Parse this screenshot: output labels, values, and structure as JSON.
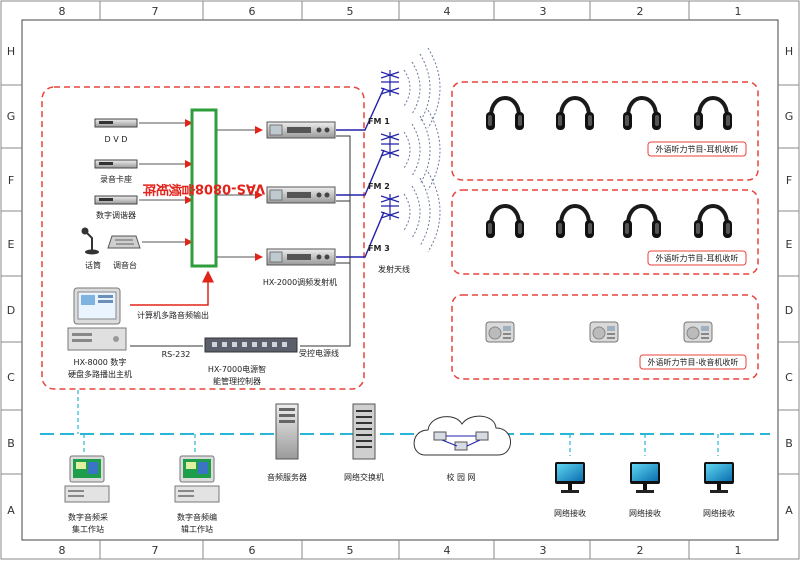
{
  "border": {
    "top_columns": [
      "8",
      "7",
      "6",
      "5",
      "4",
      "3",
      "2",
      "1"
    ],
    "bottom_columns": [
      "8",
      "7",
      "6",
      "5",
      "4",
      "3",
      "2",
      "1"
    ],
    "left_rows": [
      "H",
      "G",
      "F",
      "E",
      "D",
      "C",
      "B",
      "A"
    ],
    "right_rows": [
      "H",
      "G",
      "F",
      "E",
      "D",
      "C",
      "B",
      "A"
    ]
  },
  "matrix_label": "VAS-0808音频矩阵",
  "sources": {
    "dvd": "D V D",
    "tape_deck": "录音卡座",
    "digital_tuner": "数字调谐器",
    "mic": "话筒",
    "mixer": "调音台"
  },
  "pc_output_label": "计算机多路音频输出",
  "rs232_label": "RS-232",
  "hx8000_label": [
    "HX-8000 数字",
    "硬盘多路播出主机"
  ],
  "hx7000_label": [
    "HX-7000电源智",
    "能管理控制器"
  ],
  "transmitter_label": "HX-2000调频发射机",
  "fm_labels": [
    "FM 1",
    "FM 2",
    "FM 3"
  ],
  "antenna_label": "发射天线",
  "power_line_label": "受控电源线",
  "groups": [
    {
      "caption": "外语听力节目-耳机收听"
    },
    {
      "caption": "外语听力节目-耳机收听"
    },
    {
      "caption": "外语听力节目-收音机收听"
    }
  ],
  "network": {
    "audio_server": "音频服务器",
    "switch": "网络交换机",
    "campus": "校 园 网",
    "ws_capture": [
      "数字音频采",
      "集工作站"
    ],
    "ws_edit": [
      "数字音频编",
      "辑工作站"
    ],
    "receive": [
      "网络接收",
      "网络接收",
      "网络接收"
    ]
  },
  "colors": {
    "dashed_box": "#e8433c",
    "matrix_border": "#2e9e3c",
    "matrix_text": "#e2231a",
    "fm_line": "#2222aa",
    "network_line": "#29b5d6",
    "arrow": "#e2231a"
  }
}
